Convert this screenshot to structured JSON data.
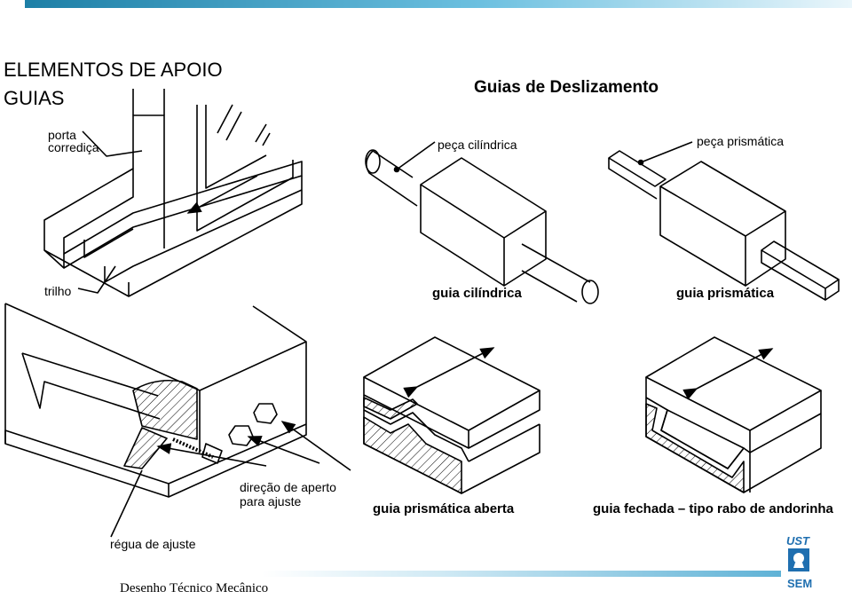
{
  "header": {
    "title": "ELEMENTOS DE APOIO",
    "subtitle": "GUIAS",
    "section_heading": "Guias de Deslizamento"
  },
  "labels": {
    "porta_line1": "porta",
    "porta_line2": "corrediça",
    "trilho": "trilho",
    "peca_cilindrica": "peça cilíndrica",
    "peca_prismatica": "peça prismática",
    "direcao_line1": "direção de aperto",
    "direcao_line2": "para ajuste",
    "regua": "régua de ajuste"
  },
  "captions": {
    "guia_cilindrica": "guia cilíndrica",
    "guia_prismatica": "guia prismática",
    "guia_prismatica_aberta": "guia prismática aberta",
    "guia_fechada": "guia fechada – tipo rabo de andorinha"
  },
  "logo": {
    "top_text": "UST",
    "bottom_text": "SEM"
  },
  "footer": {
    "text": "Desenho Técnico Mecânico"
  },
  "colors": {
    "accent": "#3a9cc8",
    "logo_blue": "#1f6fb0"
  }
}
